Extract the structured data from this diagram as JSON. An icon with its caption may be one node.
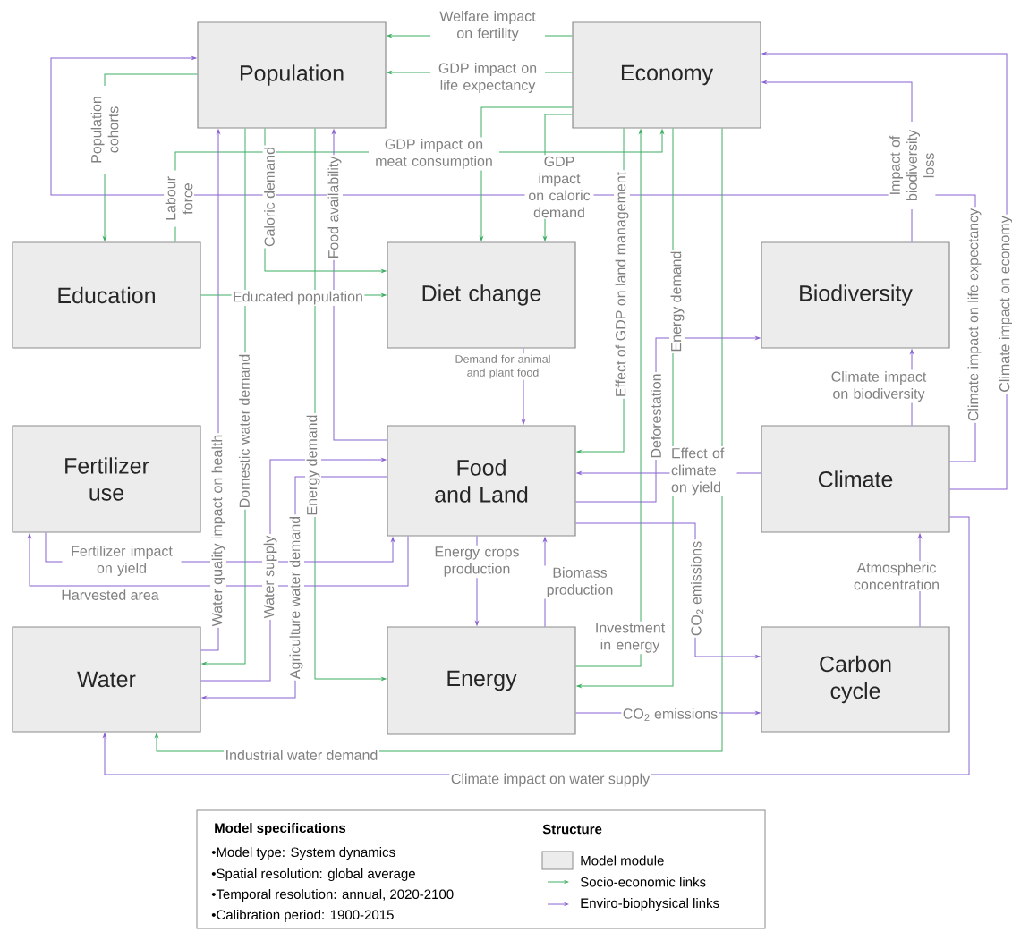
{
  "diagram": {
    "nodes": [
      {
        "text": [
          "Population"
        ]
      },
      {
        "text": [
          "Economy"
        ]
      },
      {
        "text": [
          "Education"
        ]
      },
      {
        "text": [
          "Diet change"
        ]
      },
      {
        "text": [
          "Biodiversity"
        ]
      },
      {
        "text": [
          "Fertilizer use"
        ]
      },
      {
        "text": [
          "Food and Land"
        ]
      },
      {
        "text": [
          "Climate"
        ]
      },
      {
        "text": [
          "Water"
        ]
      },
      {
        "text": [
          "Energy"
        ]
      },
      {
        "text": [
          "Carbon cycle"
        ]
      }
    ],
    "edges": [
      {
        "from": 1,
        "to": 0,
        "arrow": "to",
        "label": "Welfare impact on fertility",
        "color": "#3fae64"
      },
      {
        "from": 1,
        "to": 0,
        "arrow": "to",
        "label": "GDP impact on life expectancy",
        "color": "#3fae64"
      },
      {
        "from": 0,
        "to": 2,
        "arrow": "to",
        "label": "Population cohorts",
        "color": "#3fae64"
      },
      {
        "from": 7,
        "to": 0,
        "arrow": "to",
        "label": "Climate impact on life expectancy"
      },
      {
        "from": 7,
        "to": 1,
        "arrow": "to",
        "label": "Climate impact on economy"
      },
      {
        "from": 4,
        "to": 1,
        "arrow": "to",
        "label": "Impact of biodiversity loss"
      },
      {
        "from": 2,
        "to": 1,
        "arrow": "to",
        "label": "Labour force",
        "color": "#3fae64"
      },
      {
        "from": 1,
        "to": 3,
        "arrow": "to",
        "label": "GDP impact on meat consumption",
        "color": "#3fae64"
      },
      {
        "from": 1,
        "to": 3,
        "arrow": "to",
        "label": "GDP impact on caloric demand",
        "color": "#3fae64"
      },
      {
        "from": 9,
        "to": 1,
        "arrow": "to",
        "label": "Investment in energy",
        "color": "#3fae64"
      },
      {
        "from": 1,
        "to": 6,
        "arrow": "to",
        "label": "Effect of GDP on land management",
        "color": "#3fae64"
      },
      {
        "from": 1,
        "to": 9,
        "arrow": "to",
        "label": "Energy demand",
        "color": "#3fae64"
      },
      {
        "from": 1,
        "to": 8,
        "arrow": "to",
        "label": "Industrial water demand",
        "color": "#3fae64"
      },
      {
        "from": 8,
        "to": 0,
        "arrow": "to",
        "label": "Water quality impact on health"
      },
      {
        "from": 0,
        "to": 8,
        "arrow": "to",
        "label": "Domestic water demand",
        "color": "#3fae64"
      },
      {
        "from": 0,
        "to": 9,
        "arrow": "to",
        "label": "Energy demand",
        "color": "#3fae64"
      },
      {
        "from": 6,
        "to": 0,
        "arrow": "to",
        "label": "Food availability"
      },
      {
        "from": 0,
        "to": 3,
        "arrow": "to",
        "label": "Caloric demand",
        "color": "#3fae64"
      },
      {
        "from": 2,
        "to": 3,
        "arrow": "to",
        "label": "Educated population",
        "color": "#3fae64"
      },
      {
        "from": 3,
        "to": 6,
        "arrow": "to",
        "label": "Demand for animal and plant food"
      },
      {
        "from": 5,
        "to": 6,
        "arrow": "to",
        "label": "Fertilizer impact on yield"
      },
      {
        "from": 6,
        "to": 5,
        "arrow": "to",
        "label": "Harvested area"
      },
      {
        "from": 8,
        "to": 6,
        "arrow": "to",
        "label": "Water supply"
      },
      {
        "from": 6,
        "to": 8,
        "arrow": "to",
        "label": "Agriculture water demand"
      },
      {
        "from": 6,
        "to": 9,
        "arrow": "to",
        "label": "Energy crops production"
      },
      {
        "from": 9,
        "to": 6,
        "arrow": "to",
        "label": "Biomass production"
      },
      {
        "from": 7,
        "to": 6,
        "arrow": "to",
        "label": "Effect of climate on yield"
      },
      {
        "from": 6,
        "to": 4,
        "arrow": "to",
        "label": "Deforestation"
      },
      {
        "from": 6,
        "to": 10,
        "arrow": "to",
        "label": "CO$_{2}$ emissions"
      },
      {
        "from": 9,
        "to": 10,
        "arrow": "to",
        "label": "CO$_{2}$ emissions"
      },
      {
        "from": 7,
        "to": 4,
        "arrow": "to",
        "label": "Climate impact on biodiversity"
      },
      {
        "from": 10,
        "to": 7,
        "arrow": "to",
        "label": "Atmospheric concentration"
      },
      {
        "from": 7,
        "to": 8,
        "arrow": "to",
        "label": "Climate impact on water supply"
      }
    ],
    "labels": [
      "Model specifications",
      "•Model type: System dynamics",
      "•Spatial resolution: global average",
      "•Temporal resolution: annual, 2020-2100",
      "•Calibration period: 1900-2015",
      "Structure"
    ],
    "legend": [
      {
        "text": "Model module",
        "color": "#ececec"
      },
      {
        "text": "Socio-economic links"
      },
      {
        "text": "Enviro-biophysical links"
      }
    ]
  }
}
